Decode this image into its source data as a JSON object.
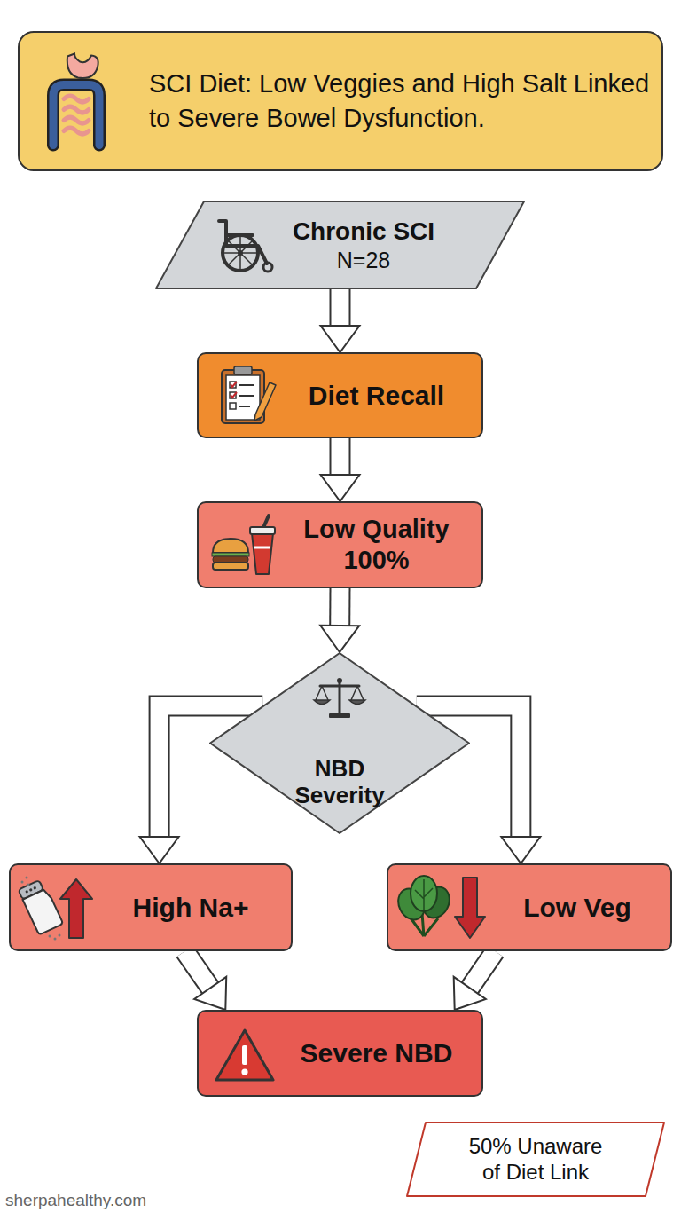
{
  "diagram": {
    "title": "SCI Diet: Low Veggies and High Salt Linked to Severe Bowel Dysfunction.",
    "nodes": [
      {
        "text": [
          "Chronic SCI",
          "N=28"
        ]
      },
      {
        "text": [
          "Diet Recall"
        ]
      },
      {
        "text": [
          "Low Quality 100%"
        ]
      },
      {
        "text": [
          "NBD Severity"
        ]
      },
      {
        "text": [
          "High Na+"
        ]
      },
      {
        "text": [
          "Low Veg"
        ]
      },
      {
        "text": [
          "Severe NBD"
        ]
      },
      {
        "text": [
          "50% Unaware of Diet Link"
        ]
      }
    ],
    "edges": [
      {
        "from": 0,
        "to": 1,
        "arrow": "to"
      },
      {
        "from": 1,
        "to": 2,
        "arrow": "to"
      },
      {
        "from": 2,
        "to": 3,
        "arrow": "to"
      },
      {
        "from": 3,
        "to": 4,
        "arrow": "to"
      },
      {
        "from": 3,
        "to": 5,
        "arrow": "to"
      },
      {
        "from": 4,
        "to": 6,
        "arrow": "to"
      },
      {
        "from": 5,
        "to": 6,
        "arrow": "to"
      }
    ],
    "labels": [
      "sherpahealthy.com"
    ]
  }
}
